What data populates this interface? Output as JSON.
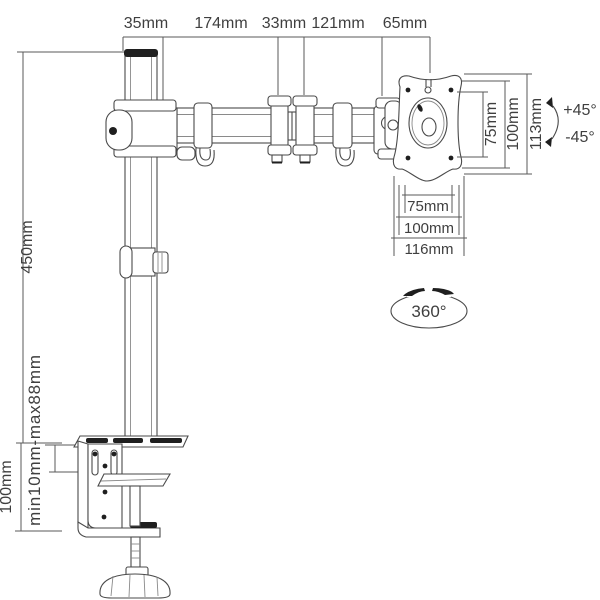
{
  "colors": {
    "ink": "#4a4a4a",
    "paper": "#ffffff",
    "solid_black": "#1f1f1f"
  },
  "dims": {
    "top": [
      "35mm",
      "174mm",
      "33mm",
      "121mm",
      "65mm"
    ],
    "left": {
      "pole_height": "450mm",
      "desk_thickness_range": "min10mm-max88mm",
      "clamp_height": "100mm"
    },
    "right": {
      "vesa_hole_spacing": "75mm",
      "vesa_outer_spacing": "100mm",
      "plate_height": "113mm"
    },
    "bottom": {
      "vesa_hole_spacing": "75mm",
      "vesa_outer_spacing": "100mm",
      "plate_width": "116mm"
    },
    "tilt": {
      "up": "+45°",
      "down": "-45°"
    },
    "rotation": "360°"
  }
}
